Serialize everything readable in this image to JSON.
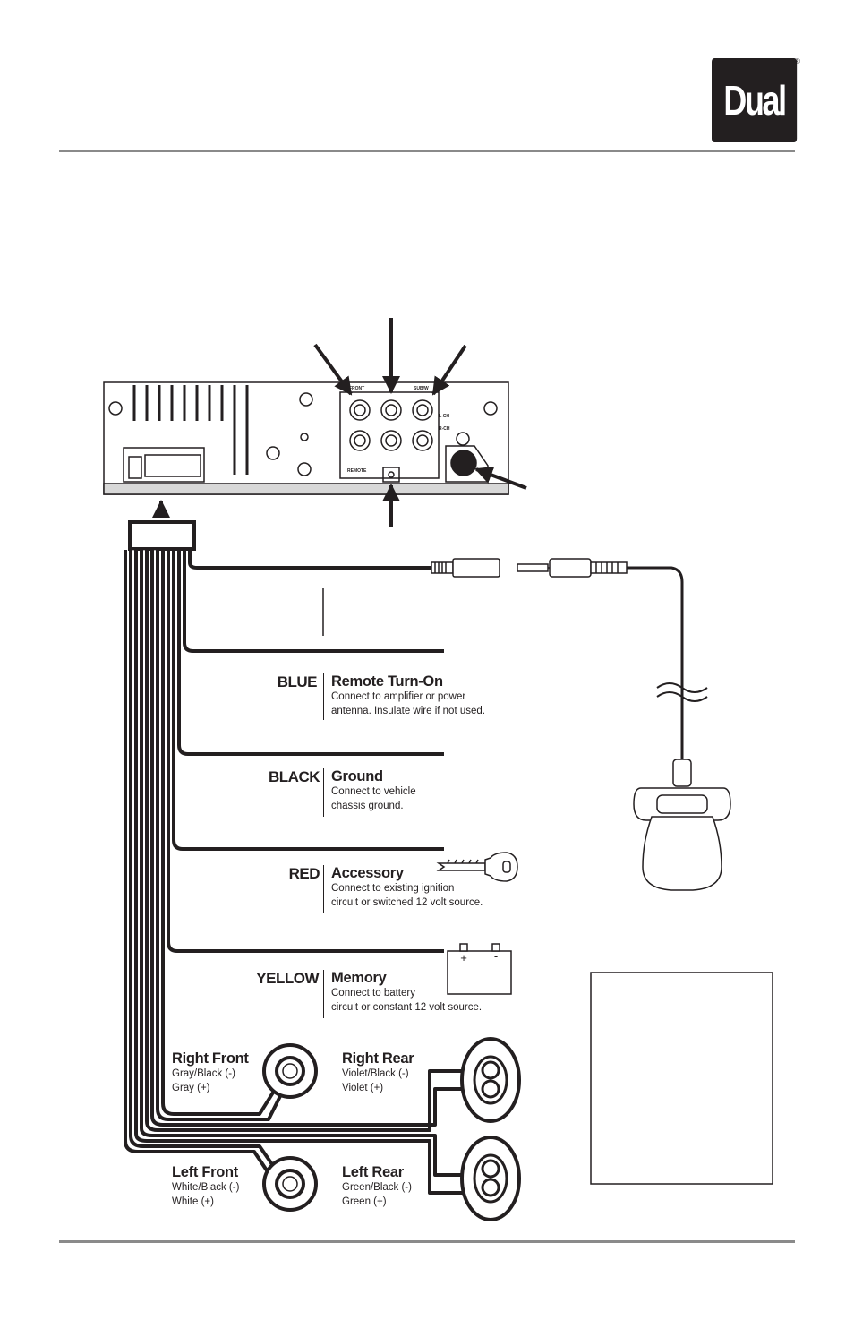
{
  "brand": {
    "logo": "Dual",
    "reg": "®"
  },
  "unit_labels": {
    "front": "FRONT",
    "subw": "SUB/W",
    "lch": "L-CH",
    "rch": "R-CH",
    "remote": "REMOTE"
  },
  "wires": [
    {
      "color": "BLUE",
      "title": "Remote Turn-On",
      "desc": "Connect to amplifier or power\nantenna. Insulate wire if not used."
    },
    {
      "color": "BLACK",
      "title": "Ground",
      "desc": "Connect to vehicle\nchassis ground."
    },
    {
      "color": "RED",
      "title": "Accessory",
      "desc": "Connect to existing ignition\ncircuit or switched 12 volt source."
    },
    {
      "color": "YELLOW",
      "title": "Memory",
      "desc": "Connect to battery\ncircuit or constant 12 volt source."
    }
  ],
  "battery": {
    "plus": "+",
    "minus": "-"
  },
  "speakers": {
    "right_front": {
      "title": "Right Front",
      "neg": "Gray/Black (-)",
      "pos": "Gray (+)"
    },
    "right_rear": {
      "title": "Right Rear",
      "neg": "Violet/Black (-)",
      "pos": "Violet (+)"
    },
    "left_front": {
      "title": "Left Front",
      "neg": "White/Black (-)",
      "pos": "White (+)"
    },
    "left_rear": {
      "title": "Left Rear",
      "neg": "Green/Black (-)",
      "pos": "Green (+)"
    }
  },
  "icons": [
    "dual-logo",
    "head-unit",
    "rca-jack",
    "antenna-jack",
    "wiring-harness",
    "3.5mm-plug",
    "remote-eye",
    "key-icon",
    "battery-icon",
    "speaker-icon"
  ],
  "colors": {
    "ink": "#231f20",
    "rule": "#8a8a8a"
  }
}
